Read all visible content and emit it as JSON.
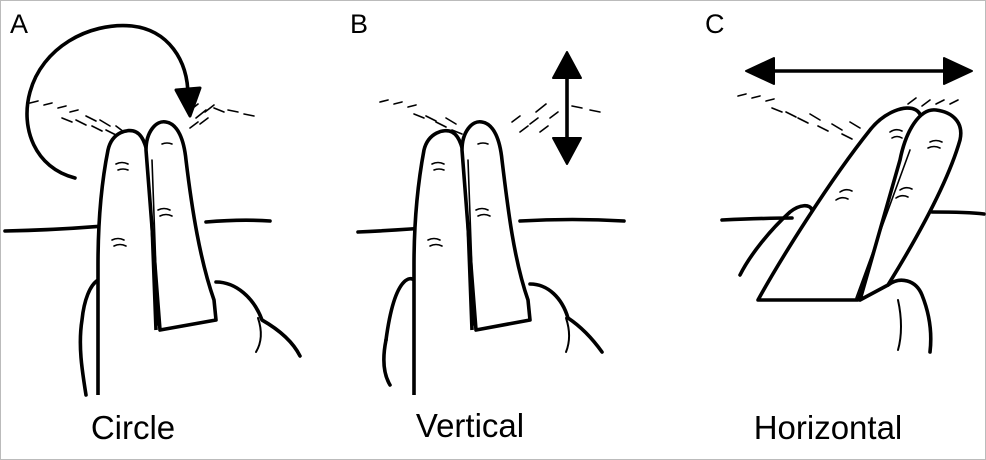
{
  "panels": [
    {
      "letter": "A",
      "caption": "Circle"
    },
    {
      "letter": "B",
      "caption": "Vertical"
    },
    {
      "letter": "C",
      "caption": "Horizontal"
    }
  ]
}
